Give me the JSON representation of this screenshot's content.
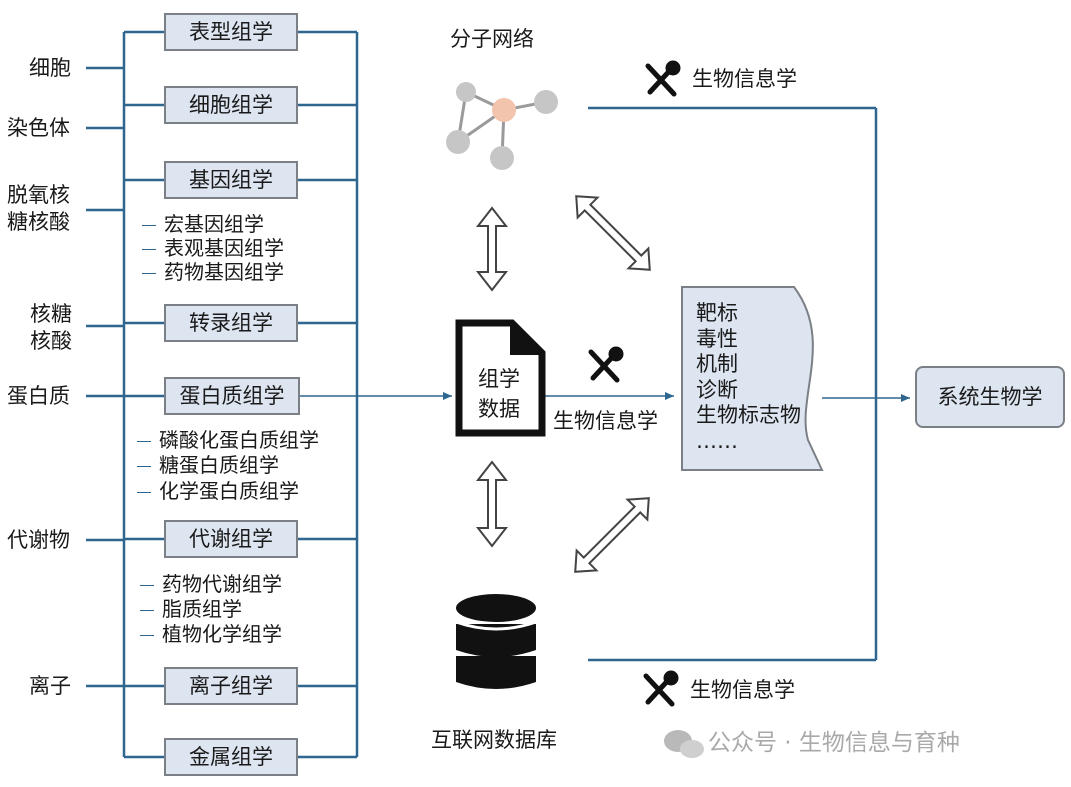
{
  "left_labels": {
    "cell": "细胞",
    "chromosome": "染色体",
    "dna_line1": "脱氧核",
    "dna_line2": "糖核酸",
    "rna_line1": "核糖",
    "rna_line2": "核酸",
    "protein": "蛋白质",
    "metabolite": "代谢物",
    "ion": "离子"
  },
  "omics": {
    "phenomics": "表型组学",
    "cytomics": "细胞组学",
    "genomics": "基因组学",
    "transcriptomics": "转录组学",
    "proteomics": "蛋白质组学",
    "metabolomics": "代谢组学",
    "ionomics": "离子组学",
    "metallomics": "金属组学"
  },
  "sub_omics": {
    "genomics": [
      "宏基因组学",
      "表观基因组学",
      "药物基因组学"
    ],
    "proteomics": [
      "磷酸化蛋白质组学",
      "糖蛋白质组学",
      "化学蛋白质组学"
    ],
    "metabolomics": [
      "药物代谢组学",
      "脂质组学",
      "植物化学组学"
    ]
  },
  "center": {
    "network_label": "分子网络",
    "omics_data_line1": "组学",
    "omics_data_line2": "数据",
    "database_label": "互联网数据库"
  },
  "tools": {
    "top": "生物信息学",
    "middle": "生物信息学",
    "bottom": "生物信息学"
  },
  "results": [
    "靶标",
    "毒性",
    "机制",
    "诊断",
    "生物标志物",
    "……"
  ],
  "final": "系统生物学",
  "watermark": "公众号 · 生物信息与育种",
  "colors": {
    "line": "#2e6690",
    "box_fill": "#dde5f1",
    "box_border": "#7b8086",
    "node_gray": "#c6c6c6",
    "node_center": "#f2c4ae"
  },
  "icons": [
    "wrench-screwdriver-icon",
    "molecular-network-icon",
    "document-icon",
    "database-icon",
    "double-arrow-icon",
    "wechat-icon"
  ]
}
